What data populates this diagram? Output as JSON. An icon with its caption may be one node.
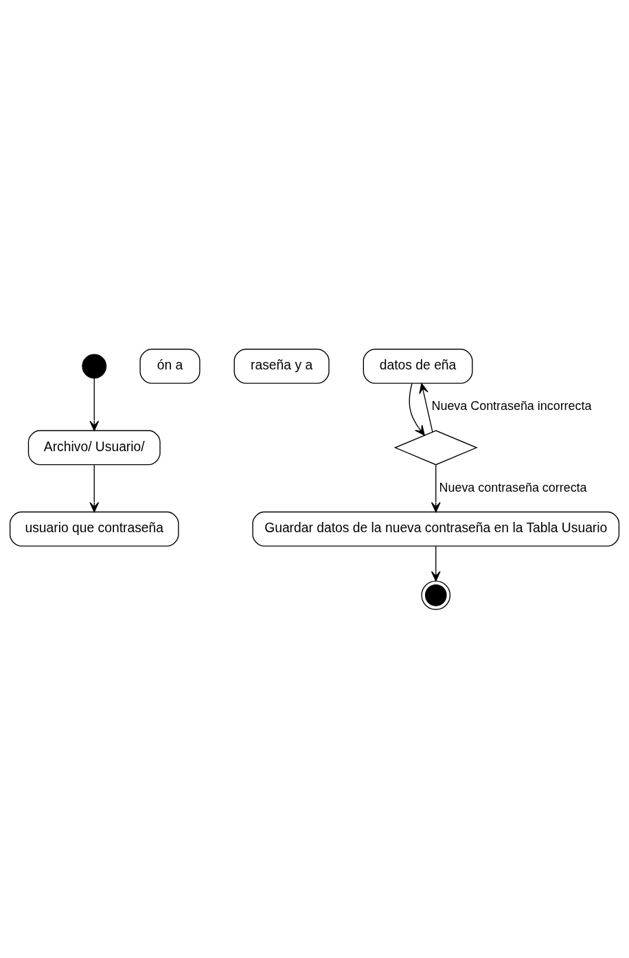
{
  "diagram": {
    "nodes": [
      {
        "text": [],
        "shape": "circle"
      },
      {
        "text": [
          "Archivo/ Usuario/"
        ]
      },
      {
        "text": [
          "usuario que contraseña"
        ]
      },
      {
        "text": [
          "ón a"
        ]
      },
      {
        "text": [
          "raseña y a"
        ]
      },
      {
        "text": [
          "datos de eña"
        ]
      },
      {
        "text": [],
        "shape": "diamond"
      },
      {
        "text": [
          "Guardar datos de la nueva contraseña en la Tabla Usuario"
        ]
      },
      {
        "text": [],
        "shape": "circle"
      }
    ],
    "edges": [
      {
        "from": 0,
        "to": 1,
        "arrow": "to"
      },
      {
        "from": 1,
        "to": 2,
        "arrow": "to"
      },
      {
        "from": 5,
        "to": 6,
        "arrow": "to"
      },
      {
        "from": 6,
        "to": 5,
        "arrow": "to",
        "label": "Nueva Contraseña incorrecta"
      },
      {
        "from": 6,
        "to": 7,
        "arrow": "to",
        "label": "Nueva contraseña correcta"
      },
      {
        "from": 7,
        "to": 8,
        "arrow": "to"
      }
    ]
  }
}
